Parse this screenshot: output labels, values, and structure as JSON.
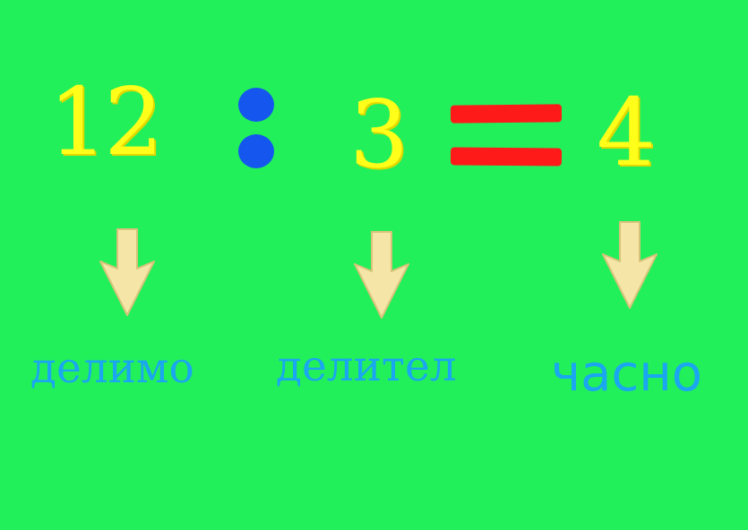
{
  "equation": {
    "dividend": "12",
    "divisor": "3",
    "quotient": "4",
    "operator_icon": "division-colon-icon",
    "equals_icon": "equals-sign-icon"
  },
  "labels": {
    "dividend": "делимо",
    "divisor": "делител",
    "quotient": "часно"
  },
  "colors": {
    "background": "#22f05a",
    "numbers": "#ffff1a",
    "operator": "#1456ee",
    "equals": "#ff1a1a",
    "arrows": "#f5e6a8",
    "labels": "#1aa6f0"
  }
}
